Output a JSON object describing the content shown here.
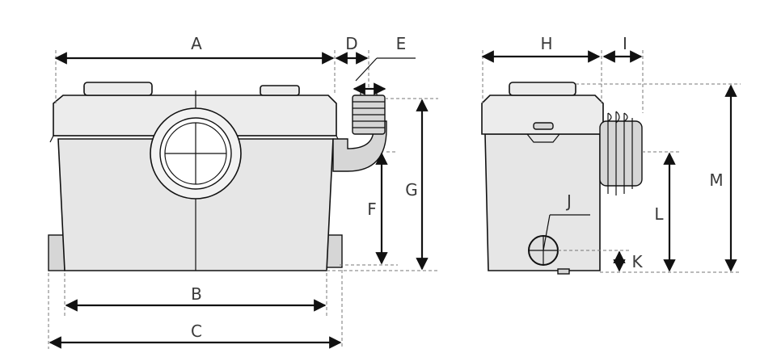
{
  "labels": {
    "A": "A",
    "B": "B",
    "C": "C",
    "D": "D",
    "E": "E",
    "F": "F",
    "G": "G",
    "H": "H",
    "I": "I",
    "J": "J",
    "K": "K",
    "L": "L",
    "M": "M"
  },
  "colors": {
    "body_fill": "#e6e6e6",
    "line": "#111111",
    "label_text": "#3a3a3a"
  }
}
